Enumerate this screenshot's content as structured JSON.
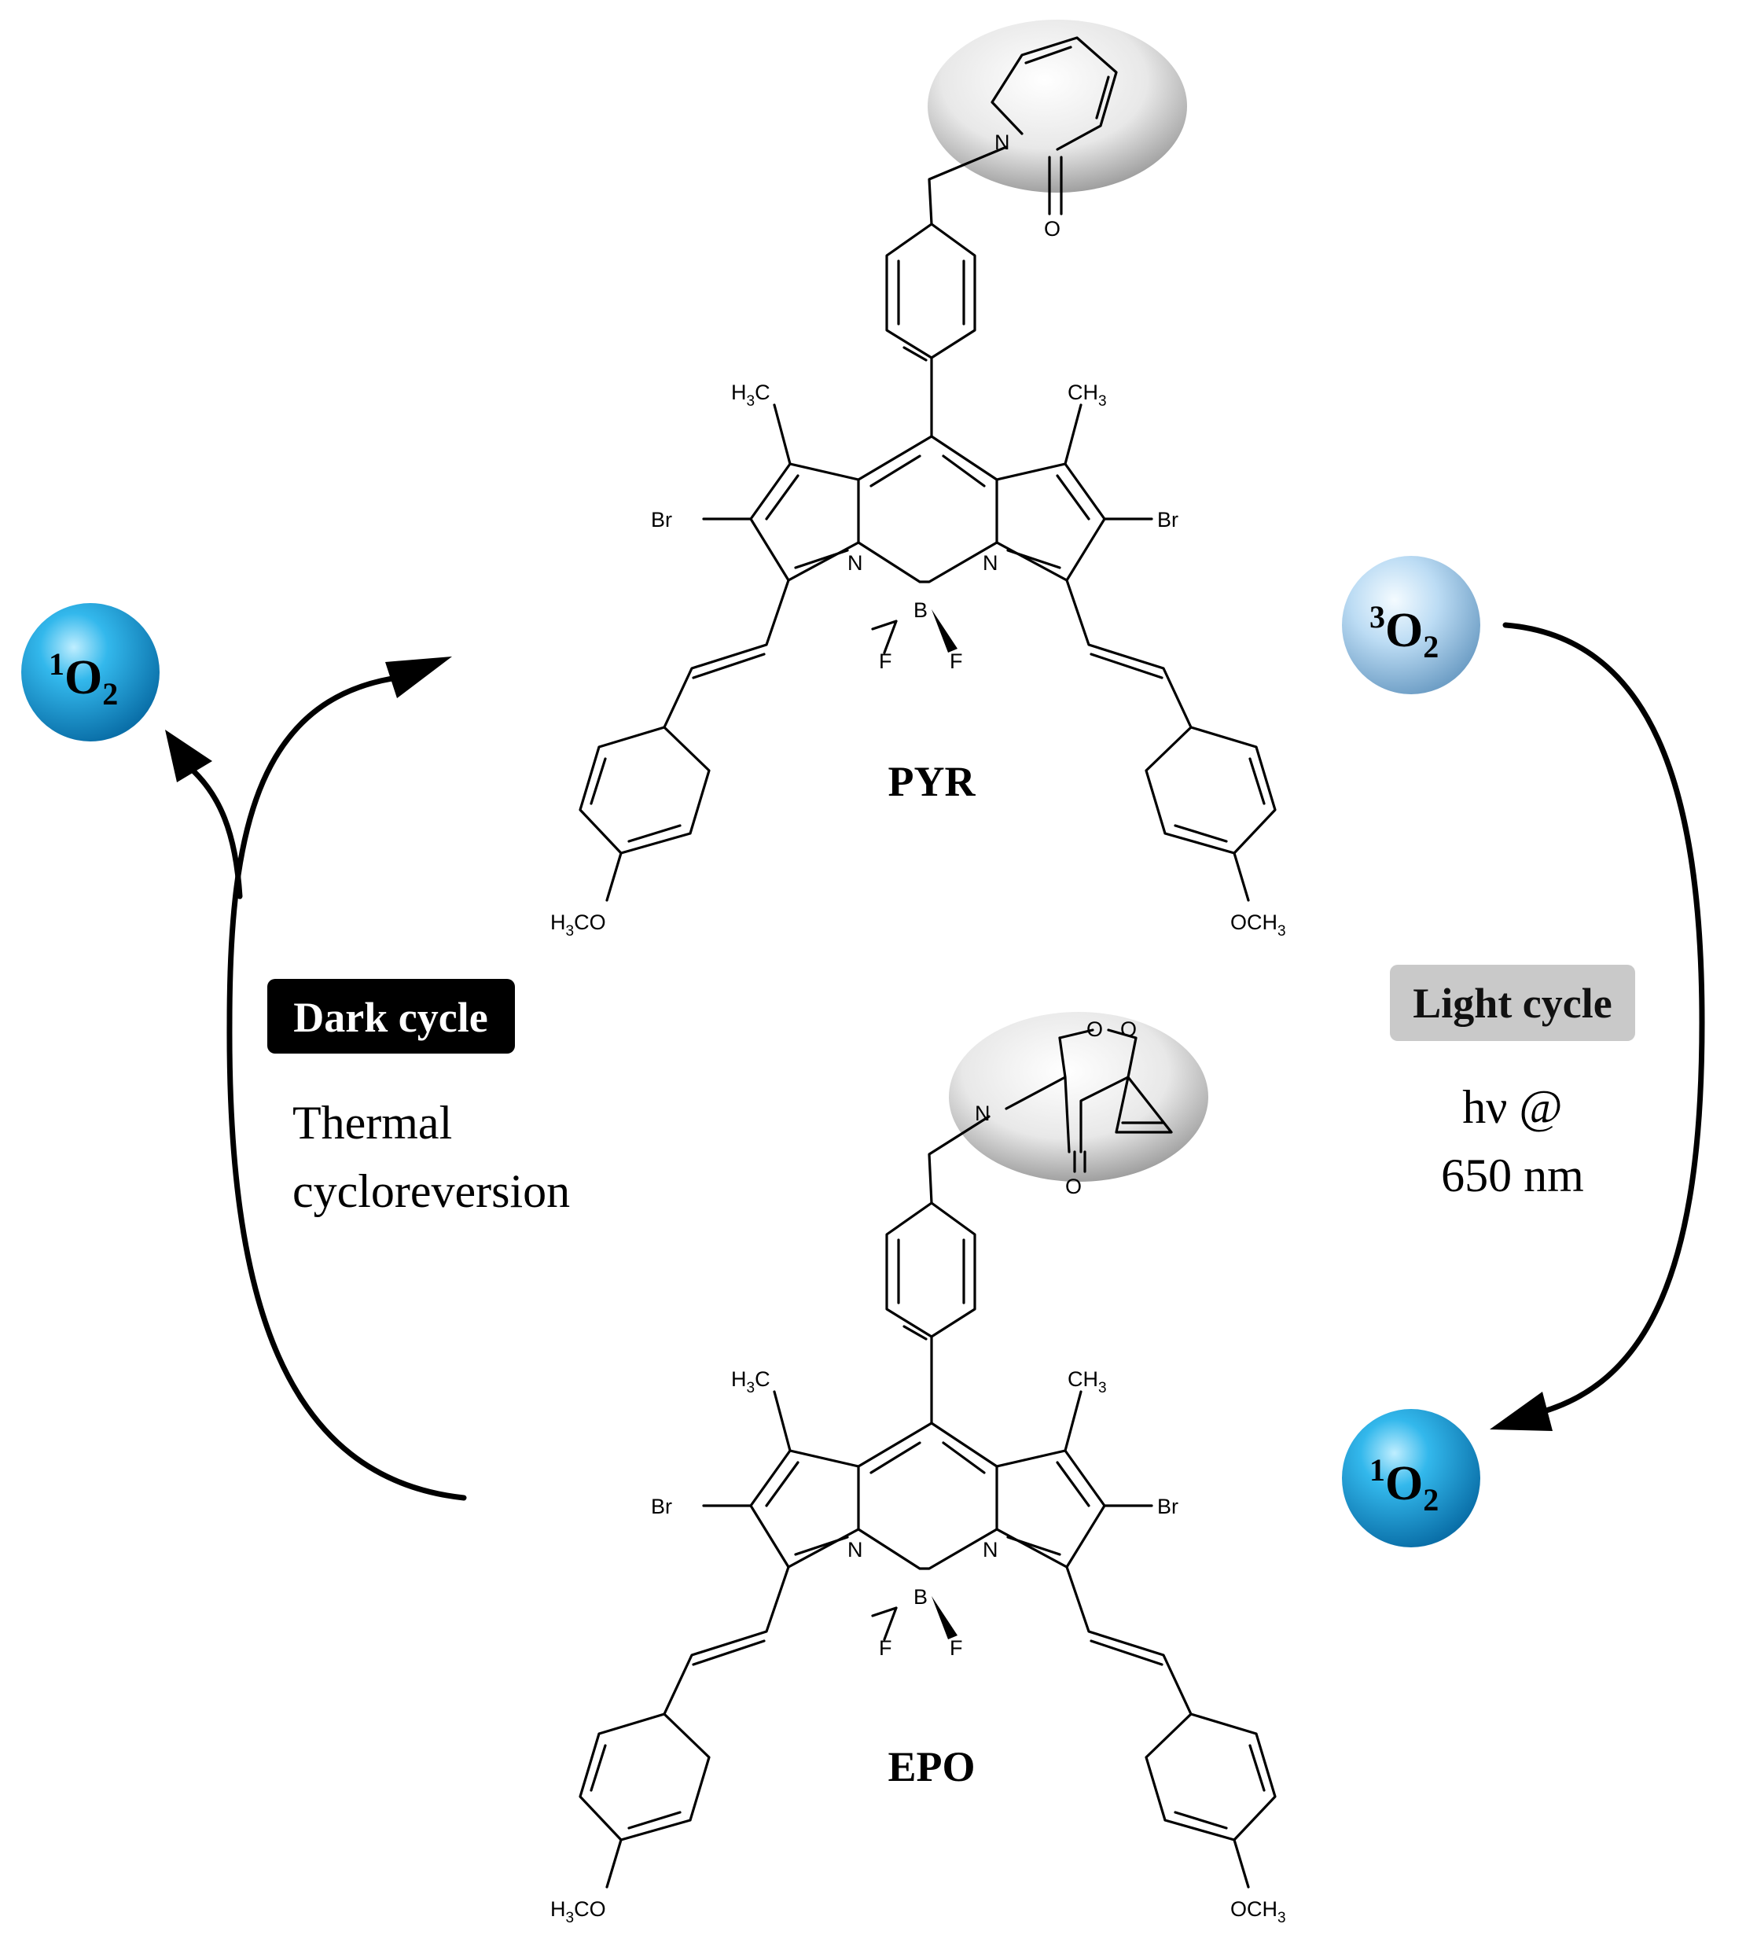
{
  "molecules": {
    "pyr": {
      "label": "PYR"
    },
    "epo": {
      "label": "EPO"
    }
  },
  "atoms": {
    "n": "N",
    "b": "B",
    "f": "F",
    "o": "O",
    "br": "Br",
    "ch3": "CH",
    "ch3_sub": "3",
    "h3c_h": "H",
    "h3c_sub": "3",
    "h3c_c": "C",
    "och3_o": "OCH",
    "och3_sub": "3",
    "h3co_h": "H",
    "h3co_sub": "3",
    "h3co_co": "CO"
  },
  "oxygen": {
    "singlet_sup": "1",
    "triplet_sup": "3",
    "symbol": "O",
    "subscript": "2"
  },
  "dark_cycle": {
    "badge": "Dark cycle",
    "line1": "Thermal",
    "line2": "cycloreversion"
  },
  "light_cycle": {
    "badge": "Light cycle",
    "line1": "hν @",
    "line2": "650 nm"
  },
  "colors": {
    "singlet_oxygen": "#1fa8e0",
    "triplet_oxygen": "#b9dcf5",
    "dark_badge": "#000000",
    "light_badge": "#c9c9c9",
    "bond": "#000000"
  }
}
